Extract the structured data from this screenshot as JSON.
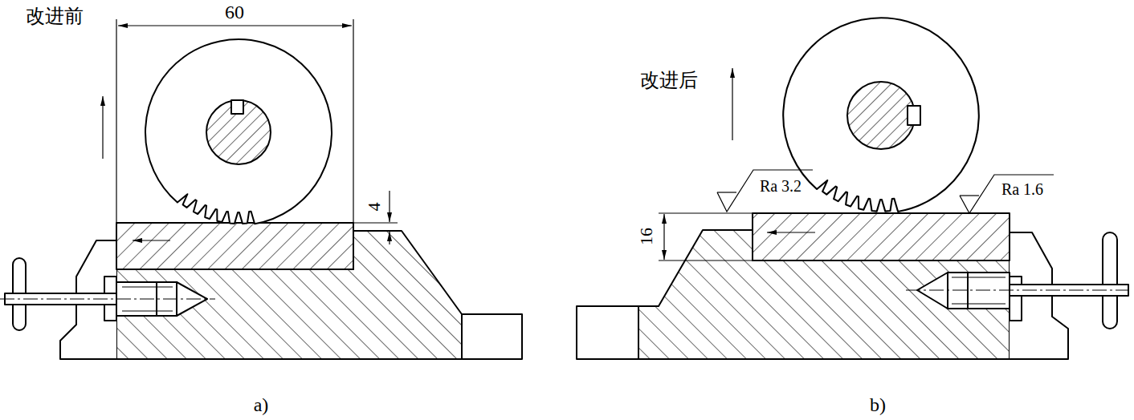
{
  "diagram": {
    "labels": [
      "改进前",
      "60",
      "4",
      "a)",
      "改进后",
      "Ra 3.2",
      "Ra 1.6",
      "16",
      "b)"
    ]
  }
}
